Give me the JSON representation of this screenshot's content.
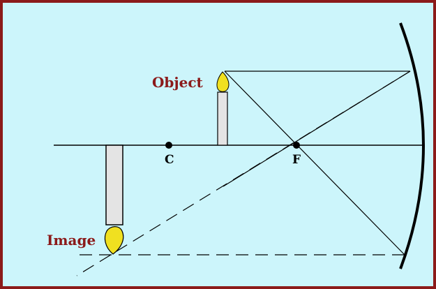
{
  "diagram": {
    "labels": {
      "object": "Object",
      "image": "Image",
      "center_of_curvature": "C",
      "focal_point": "F"
    },
    "colors": {
      "background": "#ccf5fb",
      "border": "#8b1a1a",
      "label_red": "#8b1a1a",
      "flame": "#f0e020",
      "candle": "#e4e4e4",
      "ray": "#000000"
    }
  }
}
